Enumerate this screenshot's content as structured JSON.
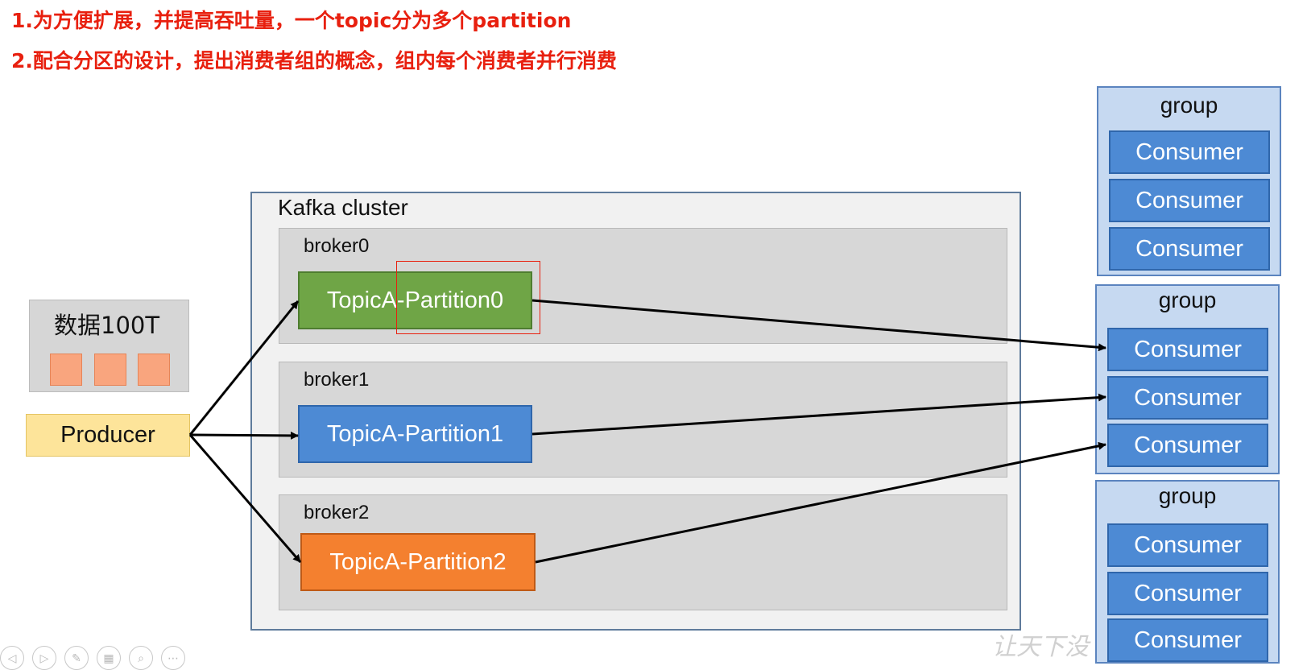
{
  "notes": [
    "1.为方便扩展，并提高吞吐量，一个topic分为多个partition",
    "2.配合分区的设计，提出消费者组的概念，组内每个消费者并行消费"
  ],
  "cluster": {
    "title": "Kafka cluster",
    "brokers": [
      {
        "label": "broker0",
        "partition": "TopicA-Partition0",
        "color": "#6fa546"
      },
      {
        "label": "broker1",
        "partition": "TopicA-Partition1",
        "color": "#4d8ad4"
      },
      {
        "label": "broker2",
        "partition": "TopicA-Partition2",
        "color": "#f4802f"
      }
    ]
  },
  "data_source": {
    "label": "数据100T"
  },
  "producer": {
    "label": "Producer"
  },
  "groups": [
    {
      "title": "group",
      "consumers": [
        "Consumer",
        "Consumer",
        "Consumer"
      ]
    },
    {
      "title": "group",
      "consumers": [
        "Consumer",
        "Consumer",
        "Consumer"
      ]
    },
    {
      "title": "group",
      "consumers": [
        "Consumer",
        "Consumer",
        "Consumer"
      ]
    }
  ],
  "watermark": "让天下没",
  "icons": [
    "prev-icon",
    "next-icon",
    "pen-icon",
    "grid-icon",
    "zoom-icon",
    "more-icon"
  ]
}
